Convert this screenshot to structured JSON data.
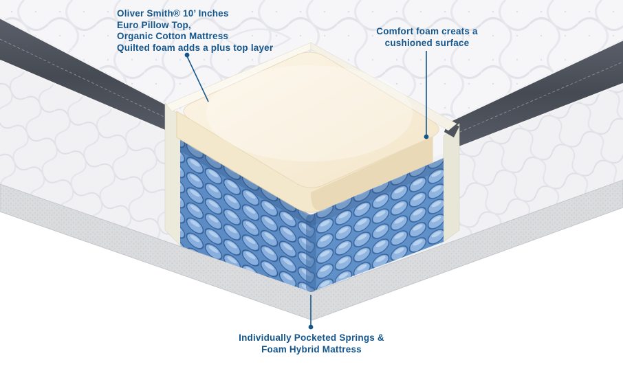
{
  "page": {
    "background": "#ffffff"
  },
  "colors": {
    "annotation_text": "#14568c",
    "leader_line": "#14568c",
    "quilt_light": "#f6f6f8",
    "band_dark": "#4d525b",
    "foam_cream": "#f8eedb",
    "springs_blue": "#6f9fd4",
    "springs_shadow_blue": "#35619b",
    "base_gray": "#dadbdd"
  },
  "visual": {
    "subject": "mattress-corner-cutaway",
    "layers": [
      "quilted-top-cover",
      "dark-border-band",
      "comfort-foam-layer",
      "pocketed-springs",
      "gray-fabric-base"
    ]
  },
  "annotations": {
    "top_left": {
      "lines": [
        "Oliver Smith® 10’ Inches",
        "Euro Pillow Top,",
        "Organic Cotton Mattress",
        "Quilted foam adds a plus top layer"
      ]
    },
    "top_right": {
      "lines": [
        "Comfort foam creats a",
        "cushioned surface"
      ]
    },
    "bottom": {
      "lines": [
        "Individually Pocketed Springs &",
        "Foam Hybrid Mattress"
      ]
    }
  }
}
